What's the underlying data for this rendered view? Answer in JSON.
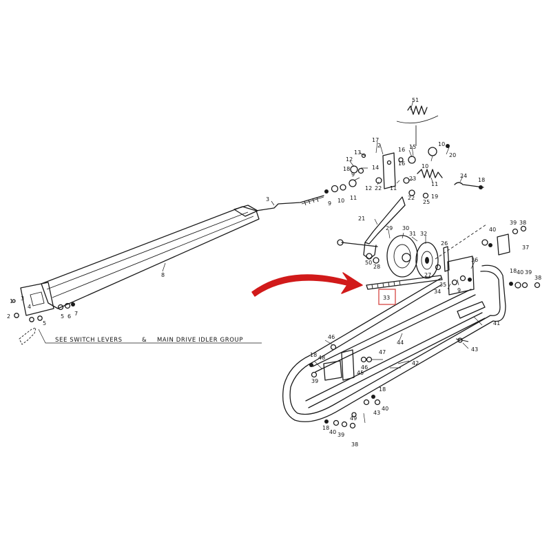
{
  "diagram": {
    "note": {
      "text": "SEE SWITCH LEVERS",
      "ampersand": "&",
      "text2": "MAIN DRIVE IDLER GROUP"
    },
    "highlight": {
      "label": "33",
      "color": "#d9534f"
    },
    "arrow_color": "#d11a1a",
    "callouts": [
      {
        "id": "c51",
        "text": "51"
      },
      {
        "id": "c17",
        "text": "17"
      },
      {
        "id": "c13",
        "text": "13"
      },
      {
        "id": "c2a",
        "text": "2"
      },
      {
        "id": "c16a",
        "text": "16"
      },
      {
        "id": "c15a",
        "text": "15"
      },
      {
        "id": "c10a",
        "text": "10"
      },
      {
        "id": "c20",
        "text": "20"
      },
      {
        "id": "c12",
        "text": "12"
      },
      {
        "id": "c14",
        "text": "14"
      },
      {
        "id": "c16b",
        "text": "16"
      },
      {
        "id": "c10b",
        "text": "10"
      },
      {
        "id": "c18a",
        "text": "18"
      },
      {
        "id": "c9a",
        "text": "9"
      },
      {
        "id": "c22a",
        "text": "22"
      },
      {
        "id": "c11a",
        "text": "11"
      },
      {
        "id": "c23",
        "text": "23"
      },
      {
        "id": "c11b",
        "text": "11"
      },
      {
        "id": "c19",
        "text": "19"
      },
      {
        "id": "c24",
        "text": "24"
      },
      {
        "id": "c18b",
        "text": "18"
      },
      {
        "id": "c9b",
        "text": "9"
      },
      {
        "id": "c10c",
        "text": "10"
      },
      {
        "id": "c11c",
        "text": "11"
      },
      {
        "id": "c12b",
        "text": "12"
      },
      {
        "id": "c25",
        "text": "25"
      },
      {
        "id": "c22b",
        "text": "22"
      },
      {
        "id": "c3",
        "text": "3"
      },
      {
        "id": "c21",
        "text": "21"
      },
      {
        "id": "c29",
        "text": "29"
      },
      {
        "id": "c30",
        "text": "30"
      },
      {
        "id": "c31",
        "text": "31"
      },
      {
        "id": "c32",
        "text": "32"
      },
      {
        "id": "c26",
        "text": "26"
      },
      {
        "id": "c39a",
        "text": "39"
      },
      {
        "id": "c38a",
        "text": "38"
      },
      {
        "id": "c40a",
        "text": "40"
      },
      {
        "id": "c37",
        "text": "37"
      },
      {
        "id": "c50",
        "text": "50"
      },
      {
        "id": "c28",
        "text": "28"
      },
      {
        "id": "c27",
        "text": "27"
      },
      {
        "id": "c36",
        "text": "36"
      },
      {
        "id": "c35",
        "text": "35"
      },
      {
        "id": "c34",
        "text": "34"
      },
      {
        "id": "c9c",
        "text": "9"
      },
      {
        "id": "c18c",
        "text": "18"
      },
      {
        "id": "c40b",
        "text": "40"
      },
      {
        "id": "c39b",
        "text": "39"
      },
      {
        "id": "c38b",
        "text": "38"
      },
      {
        "id": "c8",
        "text": "8"
      },
      {
        "id": "c1",
        "text": "1"
      },
      {
        "id": "c3b",
        "text": "3"
      },
      {
        "id": "c4",
        "text": "4"
      },
      {
        "id": "c2b",
        "text": "2"
      },
      {
        "id": "c5a",
        "text": "5"
      },
      {
        "id": "c6",
        "text": "6"
      },
      {
        "id": "c7",
        "text": "7"
      },
      {
        "id": "c5b",
        "text": "5"
      },
      {
        "id": "c41",
        "text": "41"
      },
      {
        "id": "c43a",
        "text": "43"
      },
      {
        "id": "c44",
        "text": "44"
      },
      {
        "id": "c42",
        "text": "42"
      },
      {
        "id": "c46a",
        "text": "46"
      },
      {
        "id": "c47",
        "text": "47"
      },
      {
        "id": "c48",
        "text": "48"
      },
      {
        "id": "c18d",
        "text": "18"
      },
      {
        "id": "c46b",
        "text": "46"
      },
      {
        "id": "c45",
        "text": "45"
      },
      {
        "id": "c39c",
        "text": "39"
      },
      {
        "id": "c18e",
        "text": "18"
      },
      {
        "id": "c43b",
        "text": "43"
      },
      {
        "id": "c40c",
        "text": "40"
      },
      {
        "id": "c49",
        "text": "49"
      },
      {
        "id": "c18f",
        "text": "18"
      },
      {
        "id": "c40d",
        "text": "40"
      },
      {
        "id": "c39d",
        "text": "39"
      },
      {
        "id": "c38c",
        "text": "38"
      }
    ]
  }
}
